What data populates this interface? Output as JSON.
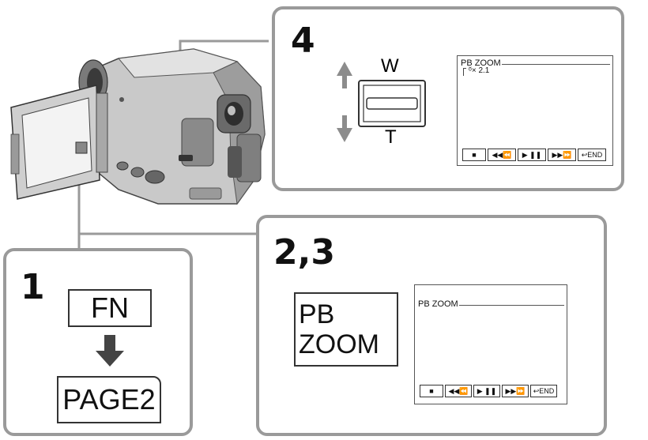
{
  "steps": {
    "step1": "1",
    "step23": "2,3",
    "step4": "4"
  },
  "step1_panel": {
    "fn_label": "FN",
    "page2_label": "PAGE2"
  },
  "step23_panel": {
    "pbzoom_button_line1": "PB",
    "pbzoom_button_line2": "ZOOM",
    "screen_title": "PB ZOOM",
    "controls": {
      "stop": "■",
      "rew": "◀◀⏪",
      "play_pause": "▶ ❚❚",
      "ff": "▶▶⏩",
      "end": "↩END"
    }
  },
  "step4_panel": {
    "wide_label": "W",
    "tele_label": "T",
    "screen_title": "PB ZOOM",
    "magnification": "× 2.1",
    "controls": {
      "stop": "■",
      "rew": "◀◀⏪",
      "play_pause": "▶ ❚❚",
      "ff": "▶▶⏩",
      "end": "↩END"
    }
  },
  "colors": {
    "panel_border": "#9a9a9a",
    "arrow_gray": "#8c8c8c",
    "arrow_dark": "#444444"
  }
}
